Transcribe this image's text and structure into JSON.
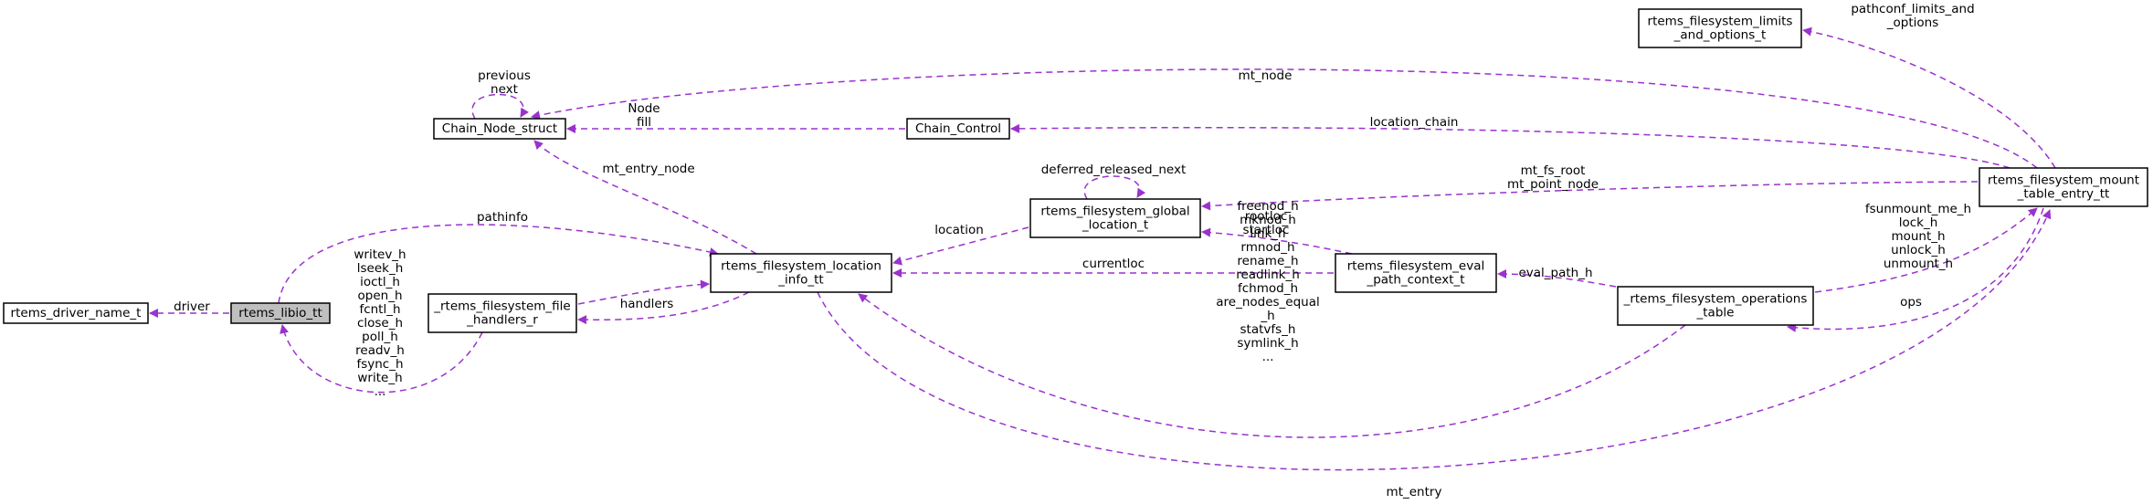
{
  "colors": {
    "edge": "#9a32cd",
    "node_fill": "#ffffff",
    "focus_fill": "#bfbfbf",
    "node_border": "#000000"
  },
  "nodes": {
    "driver_name": {
      "lines": [
        "rtems_driver_name_t"
      ]
    },
    "libio": {
      "lines": [
        "rtems_libio_tt"
      ]
    },
    "chain_node": {
      "lines": [
        "Chain_Node_struct"
      ]
    },
    "chain_control": {
      "lines": [
        "Chain_Control"
      ]
    },
    "file_handlers": {
      "lines": [
        "_rtems_filesystem_file",
        "_handlers_r"
      ]
    },
    "location_info": {
      "lines": [
        "rtems_filesystem_location",
        "_info_tt"
      ]
    },
    "global_location": {
      "lines": [
        "rtems_filesystem_global",
        "_location_t"
      ]
    },
    "eval_path": {
      "lines": [
        "rtems_filesystem_eval",
        "_path_context_t"
      ]
    },
    "limits": {
      "lines": [
        "rtems_filesystem_limits",
        "_and_options_t"
      ]
    },
    "mount_table": {
      "lines": [
        "rtems_filesystem_mount",
        "_table_entry_tt"
      ]
    },
    "operations": {
      "lines": [
        "_rtems_filesystem_operations",
        "_table"
      ]
    }
  },
  "edge_labels": {
    "driver": [
      "driver"
    ],
    "pathinfo": [
      "pathinfo"
    ],
    "libio_handlers": [
      "writev_h",
      "lseek_h",
      "ioctl_h",
      "open_h",
      "fcntl_h",
      "close_h",
      "poll_h",
      "readv_h",
      "fsync_h",
      "write_h",
      "..."
    ],
    "self_chain": [
      "previous",
      "next"
    ],
    "node_fill": [
      "Node",
      "fill"
    ],
    "mt_node": [
      "mt_node"
    ],
    "location_chain": [
      "location_chain"
    ],
    "mt_entry_node": [
      "mt_entry_node"
    ],
    "deferred": [
      "deferred_released_next"
    ],
    "fs_root": [
      "mt_fs_root",
      "mt_point_node"
    ],
    "location": [
      "location"
    ],
    "rootloc": [
      "rootloc",
      "startloc"
    ],
    "currentloc": [
      "currentloc"
    ],
    "fstat": [
      "fstat_h"
    ],
    "handlers": [
      "handlers"
    ],
    "eval_path_h": [
      "eval_path_h"
    ],
    "pathconf": [
      "pathconf_limits_and",
      "_options"
    ],
    "fsunmount": [
      "fsunmount_me_h",
      "lock_h",
      "mount_h",
      "unlock_h",
      "unmount_h"
    ],
    "ops": [
      "ops"
    ],
    "ops_handlers": [
      "freenod_h",
      "mknod_h",
      "link_h",
      "rmnod_h",
      "rename_h",
      "readlink_h",
      "fchmod_h",
      "are_nodes_equal",
      "_h",
      "statvfs_h",
      "symlink_h",
      "..."
    ],
    "mt_entry": [
      "mt_entry"
    ]
  }
}
